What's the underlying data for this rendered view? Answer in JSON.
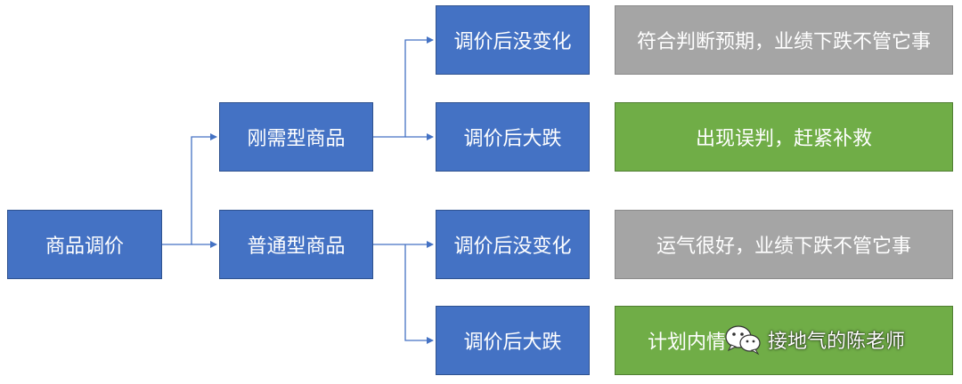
{
  "root": {
    "label": "商品调价"
  },
  "branches": [
    {
      "label": "刚需型商品",
      "outcomes": [
        {
          "condition": "调价后没变化",
          "result": "符合判断预期，业绩下跌不管它事",
          "result_color": "#a5a5a5"
        },
        {
          "condition": "调价后大跌",
          "result": "出现误判，赶紧补救",
          "result_color": "#70ad47"
        }
      ]
    },
    {
      "label": "普通型商品",
      "outcomes": [
        {
          "condition": "调价后没变化",
          "result": "运气很好，业绩下跌不管它事",
          "result_color": "#a5a5a5"
        },
        {
          "condition": "调价后大跌",
          "result": "计划内情",
          "result_color": "#70ad47"
        }
      ]
    }
  ],
  "watermark": {
    "text": "接地气的陈老师",
    "icon": "wechat-icon"
  },
  "colors": {
    "node": "#4472c4",
    "neutral": "#a5a5a5",
    "positive": "#70ad47",
    "connector": "#4472c4"
  }
}
